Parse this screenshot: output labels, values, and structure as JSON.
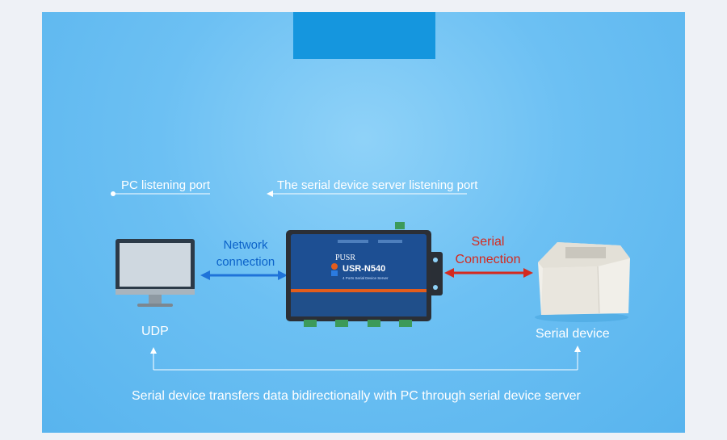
{
  "labels": {
    "pc_port": "PC listening port",
    "server_port": "The serial device server listening port",
    "network_line1": "Network",
    "network_line2": "connection",
    "serial_line1": "Serial",
    "serial_line2": "Connection",
    "udp": "UDP",
    "serial_device": "Serial device",
    "footer": "Serial device transfers data bidirectionally with PC through serial device server"
  },
  "device": {
    "brand": "PUSR",
    "model": "USR-N540",
    "subtitle": "4 Ports Serial Device Server"
  },
  "colors": {
    "network_arrow": "#1f73d9",
    "serial_arrow": "#d42a1f",
    "panel": "#6cc0f3",
    "tab": "#1596de"
  }
}
